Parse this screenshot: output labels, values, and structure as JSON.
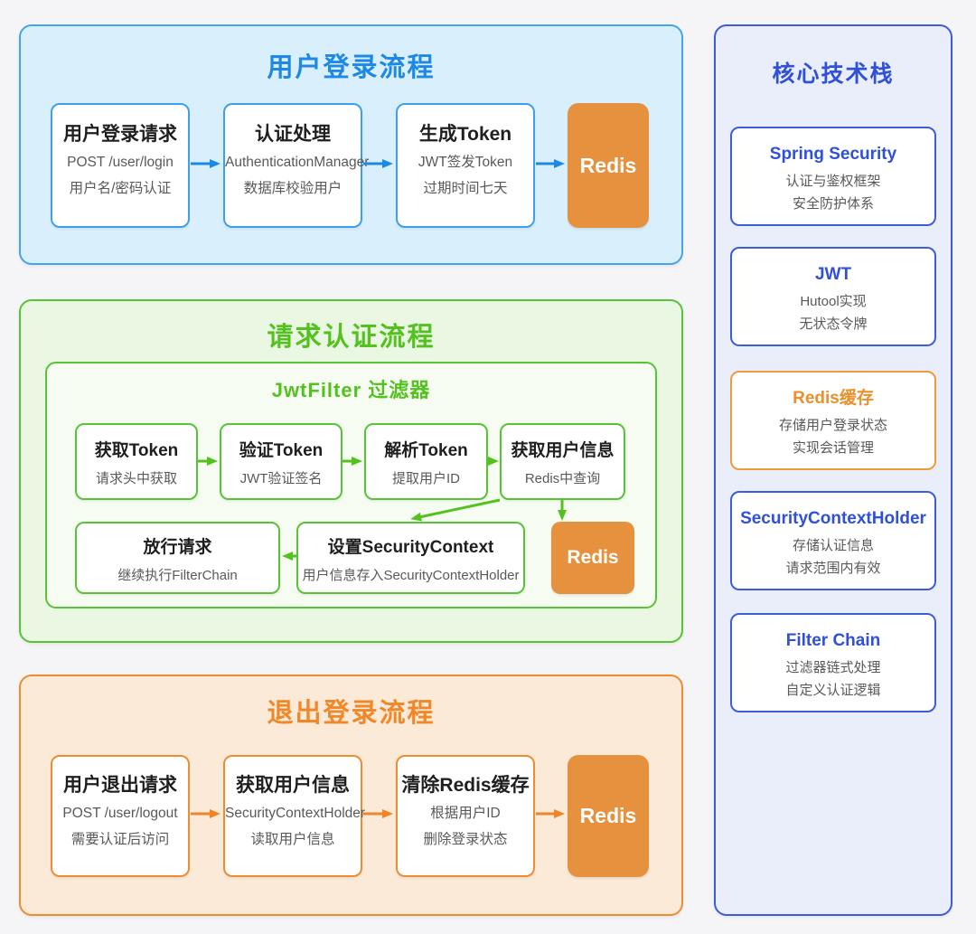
{
  "login_flow": {
    "title": "用户登录流程",
    "steps": [
      {
        "title": "用户登录请求",
        "lines": [
          "POST /user/login",
          "用户名/密码认证"
        ]
      },
      {
        "title": "认证处理",
        "lines": [
          "AuthenticationManager",
          "数据库校验用户"
        ]
      },
      {
        "title": "生成Token",
        "lines": [
          "JWT签发Token",
          "过期时间七天"
        ]
      }
    ],
    "store_label": "Redis"
  },
  "auth_flow": {
    "title": "请求认证流程",
    "filter_title": "JwtFilter 过滤器",
    "row1": [
      {
        "title": "获取Token",
        "lines": [
          "请求头中获取"
        ]
      },
      {
        "title": "验证Token",
        "lines": [
          "JWT验证签名"
        ]
      },
      {
        "title": "解析Token",
        "lines": [
          "提取用户ID"
        ]
      },
      {
        "title": "获取用户信息",
        "lines": [
          "Redis中查询"
        ]
      }
    ],
    "row2": [
      {
        "title": "放行请求",
        "lines": [
          "继续执行FilterChain"
        ]
      },
      {
        "title": "设置SecurityContext",
        "lines": [
          "用户信息存入SecurityContextHolder"
        ]
      }
    ],
    "store_label": "Redis"
  },
  "logout_flow": {
    "title": "退出登录流程",
    "steps": [
      {
        "title": "用户退出请求",
        "lines": [
          "POST /user/logout",
          "需要认证后访问"
        ]
      },
      {
        "title": "获取用户信息",
        "lines": [
          "SecurityContextHolder",
          "读取用户信息"
        ]
      },
      {
        "title": "清除Redis缓存",
        "lines": [
          "根据用户ID",
          "删除登录状态"
        ]
      }
    ],
    "store_label": "Redis"
  },
  "tech_stack": {
    "title": "核心技术栈",
    "cards": [
      {
        "title": "Spring Security",
        "lines": [
          "认证与鉴权框架",
          "安全防护体系"
        ],
        "theme": "blue"
      },
      {
        "title": "JWT",
        "lines": [
          "Hutool实现",
          "无状态令牌"
        ],
        "theme": "blue"
      },
      {
        "title": "Redis缓存",
        "lines": [
          "存储用户登录状态",
          "实现会话管理"
        ],
        "theme": "orange"
      },
      {
        "title": "SecurityContextHolder",
        "lines": [
          "存储认证信息",
          "请求范围内有效"
        ],
        "theme": "blue"
      },
      {
        "title": "Filter Chain",
        "lines": [
          "过滤器链式处理",
          "自定义认证逻辑"
        ],
        "theme": "blue"
      }
    ]
  },
  "colors": {
    "page_bg": "#f5f5f7",
    "login_accent": "#1e88e5",
    "login_bg": "#d9f0fc",
    "login_border": "#45a4ec",
    "auth_accent": "#53c21e",
    "auth_bg": "#eaf7e3",
    "auth_inner_bg": "#f6fcf1",
    "auth_border": "#56c434",
    "logout_accent": "#f0882a",
    "logout_bg": "#fcead9",
    "logout_border": "#ee8c32",
    "stack_accent": "#3050d8",
    "stack_bg": "#eaeefb",
    "stack_border": "#3d5cdb",
    "redis_fill": "#e5913d",
    "redis_text": "#ffffff",
    "step_title": "#1f1f1f",
    "step_sub": "#595959"
  }
}
